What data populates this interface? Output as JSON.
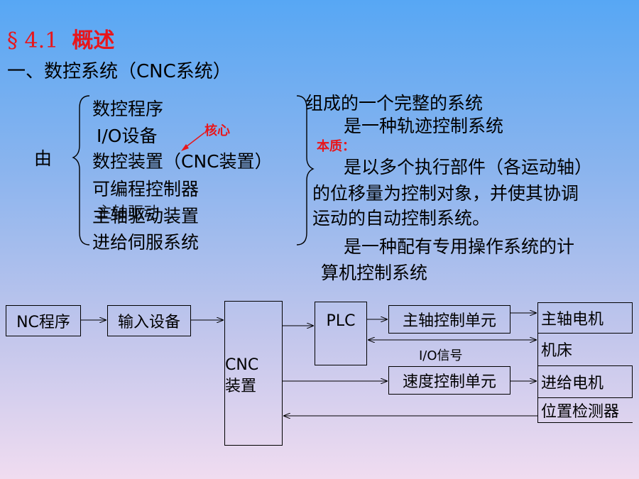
{
  "heading": {
    "section": "§ 4.1",
    "title": "概述"
  },
  "subheading": "一、数控系统（CNC系统）",
  "composition": {
    "prefix": "由",
    "items": [
      "数控程序",
      "I/O设备",
      "数控装置（CNC装置）",
      "可编程控制器",
      "主轴驱动装置",
      "进给伺服系统"
    ],
    "overlap_text": "主轴驱动",
    "core_label": "核心"
  },
  "description": {
    "line1": "组成的一个完整的系统",
    "line2": "是一种轨迹控制系统",
    "essence_label": "本质：",
    "line3": "是以多个执行部件（各运动轴）",
    "line4": "的位移量为控制对象，并使其协调",
    "line5": "运动的自动控制系统。",
    "line6": "是一种配有专用操作系统的计",
    "line7": "算机控制系统"
  },
  "diagram": {
    "nc_program": "NC程序",
    "input_device": "输入设备",
    "cnc_line1": "CNC",
    "cnc_line2": "装置",
    "plc": "PLC",
    "spindle_control": "主轴控制单元",
    "speed_control": "速度控制单元",
    "io_signal": "I/O信号",
    "spindle_motor": "主轴电机",
    "machine_tool": "机床",
    "feed_motor": "进给电机",
    "position_detector": "位置检测器"
  }
}
